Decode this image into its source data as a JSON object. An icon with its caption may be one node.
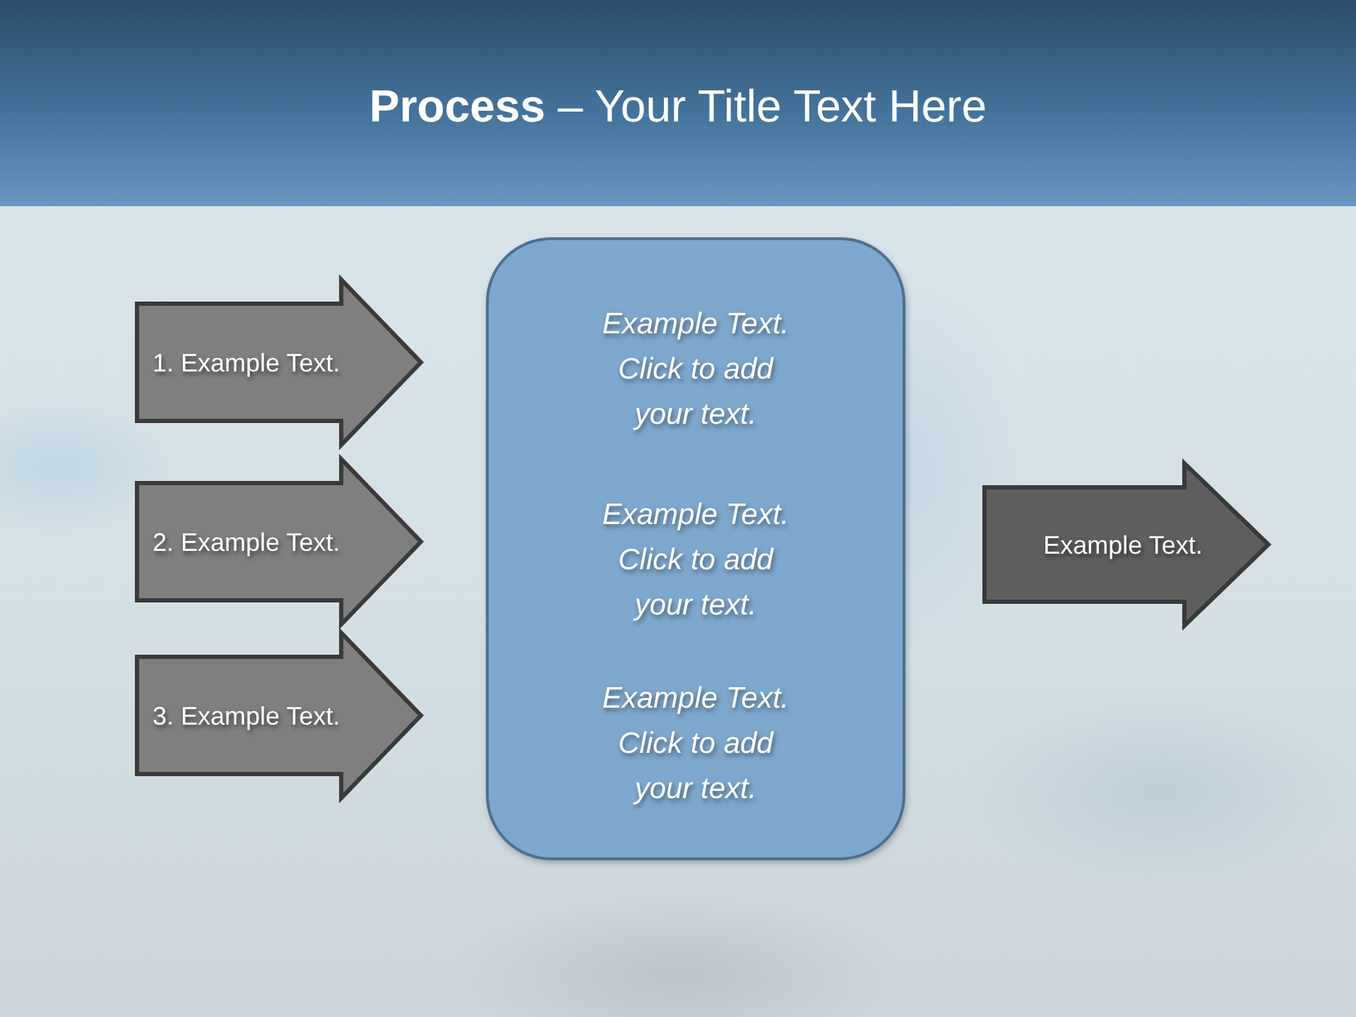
{
  "diagram": {
    "title": "**Process** – Your Title Text Here",
    "nodes": [
      {
        "text": [
          "1. Example Text."
        ]
      },
      {
        "text": [
          "2. Example Text."
        ]
      },
      {
        "text": [
          "3. Example Text."
        ]
      },
      {
        "text": [
          "Example Text. Click to add your text.",
          "Example Text. Click to add your text.",
          "Example Text. Click to add your text."
        ]
      },
      {
        "text": [
          "Example Text."
        ]
      }
    ]
  }
}
